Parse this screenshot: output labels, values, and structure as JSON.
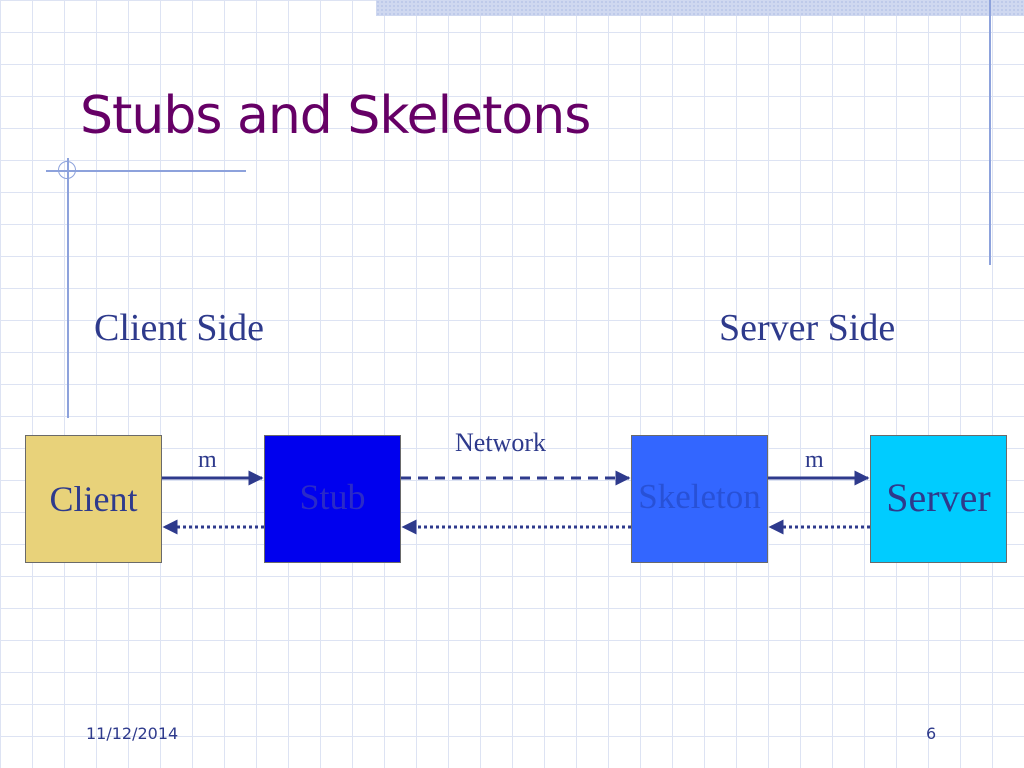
{
  "slide": {
    "title": "Stubs and Skeletons",
    "date": "11/12/2014",
    "page_number": "6"
  },
  "diagram": {
    "client_side_label": "Client Side",
    "server_side_label": "Server Side",
    "network_label": "Network",
    "boxes": {
      "client": "Client",
      "stub": "Stub",
      "skeleton": "Skeleton",
      "server": "Server"
    },
    "message_label_left": "m",
    "message_label_right": "m"
  },
  "colors": {
    "title": "#660066",
    "text": "#2e3a8c",
    "client_fill": "#e8d27a",
    "stub_fill": "#0000ee",
    "skeleton_fill": "#3366ff",
    "server_fill": "#00ccff"
  }
}
